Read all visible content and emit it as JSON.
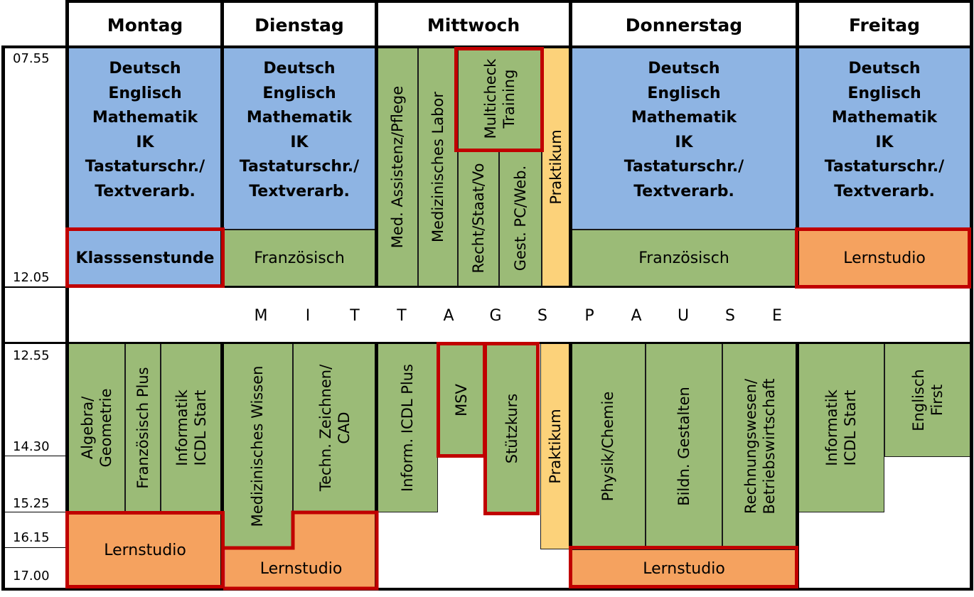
{
  "days": [
    "Montag",
    "Dienstag",
    "Mittwoch",
    "Donnerstag",
    "Freitag"
  ],
  "times": [
    "07.55",
    "12.05",
    "12.55",
    "14.30",
    "15.25",
    "16.15",
    "17.00"
  ],
  "morning_subjects": [
    "Deutsch",
    "Englisch",
    "Mathematik",
    "IK",
    "Tastaturschr./",
    "Textverarb."
  ],
  "montag": {
    "klassenstunde": "Klasssenstunde",
    "afternoon": [
      "Algebra/\nGeometrie",
      "Französisch Plus",
      "Informatik\nICDL Start"
    ],
    "lernstudio": "Lernstudio"
  },
  "dienstag": {
    "franz": "Französisch",
    "afternoon": [
      "Medizinisches Wissen",
      "Techn. Zeichnen/\nCAD"
    ],
    "lernstudio": "Lernstudio"
  },
  "mittwoch": {
    "morning": [
      "Med. Assistenz/Pflege",
      "Medizinisches Labor",
      "Multicheck\nTraining",
      "Recht/Staat/Vo",
      "Gest. PC/Web.",
      "Praktikum"
    ],
    "afternoon": [
      "Inform. ICDL Plus",
      "MSV",
      "Stützkurs",
      "Praktikum"
    ]
  },
  "donnerstag": {
    "franz": "Französisch",
    "afternoon": [
      "Physik/Chemie",
      "Bildn. Gestalten",
      "Rechnungswesen/\nBetriebswirtschaft"
    ],
    "lernstudio": "Lernstudio"
  },
  "freitag": {
    "lernstudio_morning": "Lernstudio",
    "afternoon": [
      "Informatik\nICDL Start",
      "Englisch\nFirst"
    ]
  },
  "mittagspause": [
    "M",
    "I",
    "T",
    "T",
    "A",
    "G",
    "S",
    "P",
    "A",
    "U",
    "S",
    "E"
  ],
  "colors": {
    "blue": "#8eb4e3",
    "green": "#9bbb77",
    "yellow": "#fcd27a",
    "orange": "#f5a25f",
    "red": "#c00000"
  }
}
